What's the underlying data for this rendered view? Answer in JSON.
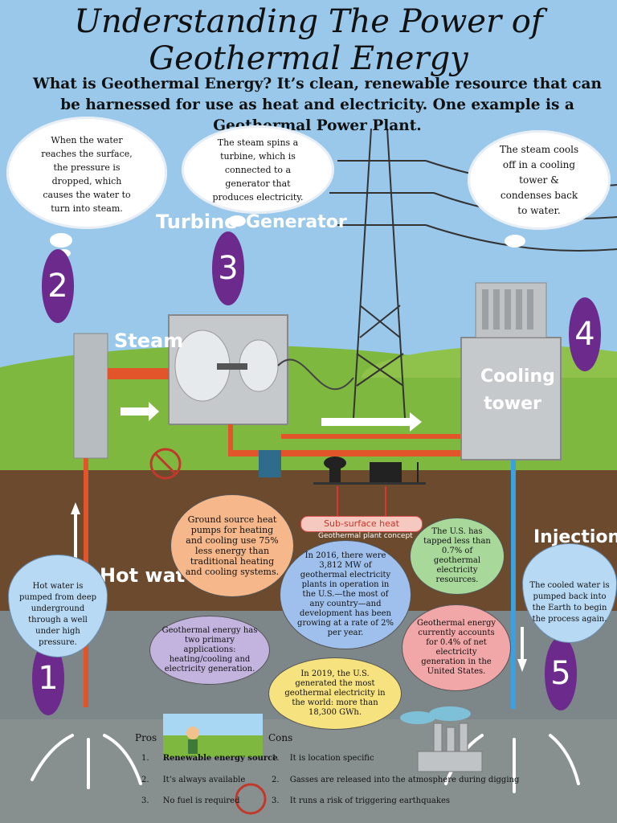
{
  "title": "Understanding The Power of Geothermal Energy",
  "intro": "What is Geothermal Energy? It’s clean, renewable resource that can be harnessed for use as heat and electricity. One example is a Geothermal Power Plant.",
  "clouds": {
    "step2": [
      "When the water",
      "reaches the surface,",
      "the pressure is",
      "dropped, which",
      "causes the water to",
      "turn into steam."
    ],
    "step3": [
      "The steam spins a",
      "turbine, which is",
      "connected to a",
      "generator that",
      "produces electricity."
    ],
    "step4": [
      "The steam cools",
      "off in a cooling",
      "tower &",
      "condenses back",
      "to water."
    ]
  },
  "numbers": [
    "1",
    "2",
    "3",
    "4",
    "5"
  ],
  "diagram_labels": {
    "turbine": "Turbine",
    "generator": "Generator",
    "steam": "Steam",
    "cooling_tower": "Cooling tower",
    "hot_water": "Hot water",
    "injection": "Injection",
    "subsurface_heat": "Sub-surface heat",
    "plant_concept": "Geothermal plant concept"
  },
  "drops": {
    "hot_water": "Hot water is pumped from deep underground through a well under high pressure.",
    "cooled_water": "The cooled water is pumped back into the Earth to begin the process again."
  },
  "facts": {
    "ground_source": "Ground source heat pumps for heating and cooling use 75% less energy than traditional heating and cooling systems.",
    "mw_2016": "In 2016, there were 3,812 MW of geothermal electricity plants in operation in the U.S.—the most of any country—and development has been growing at a rate of 2% per year.",
    "tapped": "The U.S. has tapped less than 0.7% of geothermal electricity resources.",
    "applications": "Geothermal energy has two primary applications: heating/cooling and electricity generation.",
    "net_generation": "Geothermal energy currently accounts for 0.4% of net electricity generation in the United States.",
    "gwh_2019": "In 2019, the U.S. generated the most geothermal electricity in the world: more than 18,300 GWh."
  },
  "pros_cons": {
    "pros_title": "Pros",
    "cons_title": "Cons",
    "pros": [
      {
        "n": "1.",
        "text": "Renewable energy source"
      },
      {
        "n": "2.",
        "text": "It’s always available"
      },
      {
        "n": "3.",
        "text": "No fuel is required"
      }
    ],
    "cons": [
      {
        "n": "1.",
        "text": "It is location specific"
      },
      {
        "n": "2.",
        "text": "Gasses are released into the atmosphere during digging"
      },
      {
        "n": "3.",
        "text": "It runs a risk of triggering earthquakes"
      }
    ]
  },
  "colors": {
    "sky": "#9ac8ea",
    "grass": "#7fb83e",
    "soil": "#6b4a2e",
    "rock": "#7d8689",
    "purple": "#6b2a8c",
    "orange_pipe": "#e2552a",
    "blue_pipe": "#3aa0e0"
  }
}
